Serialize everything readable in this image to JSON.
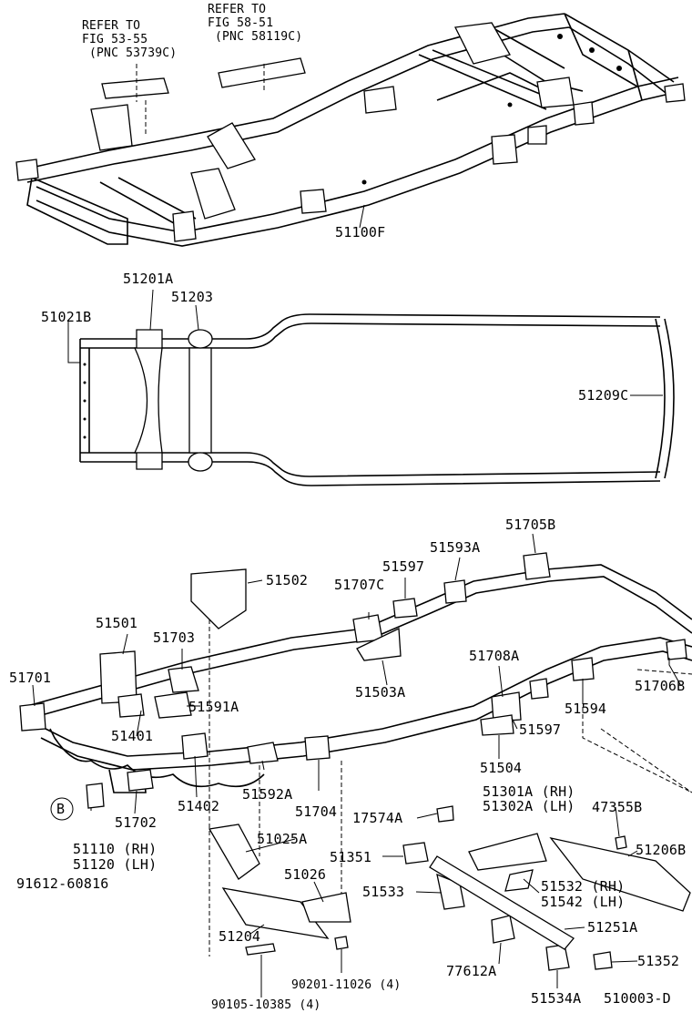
{
  "refs": {
    "ref1": {
      "line1": "REFER TO",
      "line2": "FIG 53-55",
      "line3": "(PNC 53739C)"
    },
    "ref2": {
      "line1": "REFER TO",
      "line2": "FIG 58-51",
      "line3": "(PNC 58119C)"
    }
  },
  "labels": {
    "p51100F": "51100F",
    "p51201A": "51201A",
    "p51203": "51203",
    "p51021B": "51021B",
    "p51209C": "51209C",
    "p51705B": "51705B",
    "p51593A": "51593A",
    "p51597a": "51597",
    "p51707C": "51707C",
    "p51502": "51502",
    "p51501": "51501",
    "p51703": "51703",
    "p51701": "51701",
    "p51591A": "51591A",
    "p51503A": "51503A",
    "p51708A": "51708A",
    "p51706B": "51706B",
    "p51594": "51594",
    "p51597b": "51597",
    "p51401": "51401",
    "p51504": "51504",
    "p51402": "51402",
    "p51592A": "51592A",
    "p51704": "51704",
    "p51702": "51702",
    "p51301A": "51301A (RH)",
    "p51302A": "51302A (LH)",
    "pB": "B",
    "p51110": "51110 (RH)",
    "p51120": "51120 (LH)",
    "p91612": "91612-60816",
    "p17574A": "17574A",
    "p47355B": "47355B",
    "p51025A": "51025A",
    "p51206B": "51206B",
    "p51026": "51026",
    "p51351": "51351",
    "p51533": "51533",
    "p51532": "51532 (RH)",
    "p51542": "51542 (LH)",
    "p51204": "51204",
    "p51251A": "51251A",
    "p90201": "90201-11026 (4)",
    "p77612A": "77612A",
    "p51352": "51352",
    "p90105": "90105-10385 (4)",
    "p51534A": "51534A",
    "p510003D": "510003-D"
  }
}
